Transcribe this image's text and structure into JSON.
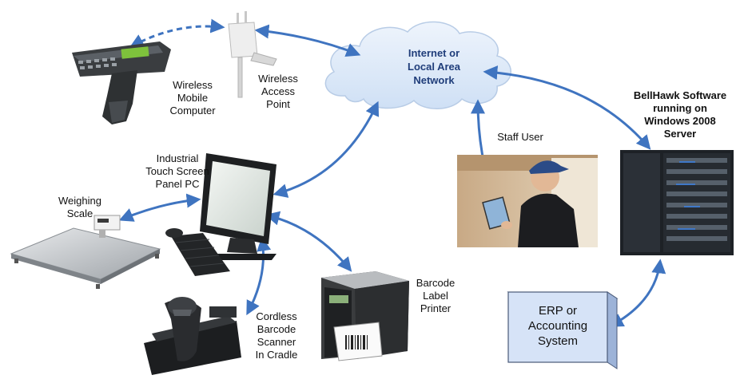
{
  "nodes": {
    "network": [
      "Internet or",
      "Local Area",
      "Network"
    ],
    "mobile_computer": [
      "Wireless",
      "Mobile",
      "Computer"
    ],
    "access_point": [
      "Wireless",
      "Access",
      "Point"
    ],
    "server": [
      "BellHawk Software",
      "running on",
      "Windows 2008",
      "Server"
    ],
    "staff_user": [
      "Staff User"
    ],
    "panel_pc": [
      "Industrial",
      "Touch Screen",
      "Panel PC"
    ],
    "weighing_scale": [
      "Weighing",
      "Scale"
    ],
    "barcode_printer": [
      "Barcode",
      "Label",
      "Printer"
    ],
    "barcode_scanner": [
      "Cordless",
      "Barcode",
      "Scanner",
      "In Cradle"
    ],
    "erp": [
      "ERP or",
      "Accounting",
      "System"
    ]
  },
  "colors": {
    "arrow": "#3f74c0",
    "cloud": "#dde9f8",
    "erp_box": "#d6e3f7"
  }
}
